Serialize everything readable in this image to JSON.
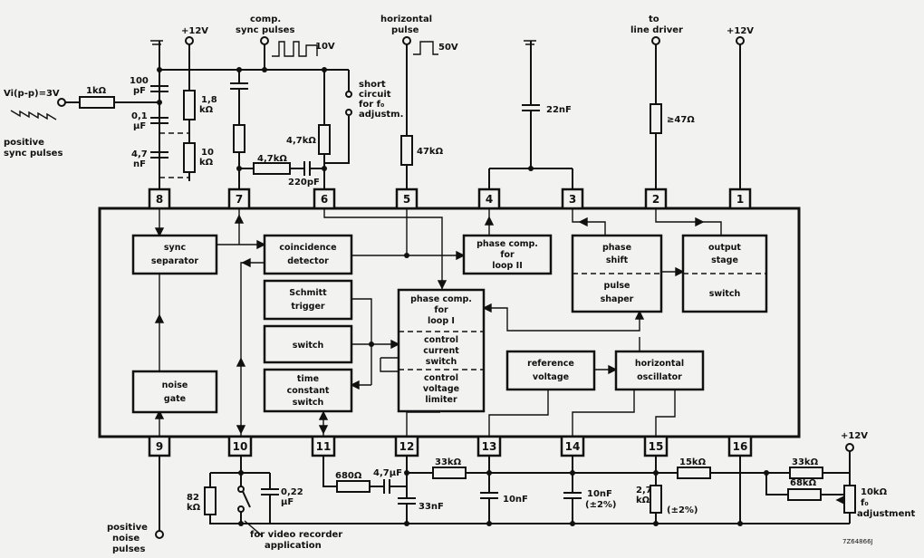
{
  "pins": {
    "p1": "1",
    "p2": "2",
    "p3": "3",
    "p4": "4",
    "p5": "5",
    "p6": "6",
    "p7": "7",
    "p8": "8",
    "p9": "9",
    "p10": "10",
    "p11": "11",
    "p12": "12",
    "p13": "13",
    "p14": "14",
    "p15": "15",
    "p16": "16"
  },
  "blocks": {
    "sync_separator": [
      "sync",
      "separator"
    ],
    "coincidence_detector": [
      "coincidence",
      "detector"
    ],
    "phase_comp_2": [
      "phase comp.",
      "for",
      "loop II"
    ],
    "phase_shift": [
      "phase",
      "shift"
    ],
    "pulse_shaper": [
      "pulse",
      "shaper"
    ],
    "output_stage": [
      "output",
      "stage"
    ],
    "switch_out": "switch",
    "schmitt": [
      "Schmitt",
      "trigger"
    ],
    "switch": "switch",
    "time_constant": [
      "time",
      "constant",
      "switch"
    ],
    "phase_comp_1": [
      "phase comp.",
      "for",
      "loop I"
    ],
    "control_current": [
      "control",
      "current",
      "switch"
    ],
    "control_voltage": [
      "control",
      "voltage",
      "limiter"
    ],
    "noise_gate": [
      "noise",
      "gate"
    ],
    "reference_voltage": [
      "reference",
      "voltage"
    ],
    "horizontal_oscillator": [
      "horizontal",
      "oscillator"
    ]
  },
  "labels": {
    "plus12v_top_left": "+12V",
    "comp_sync": [
      "comp.",
      "sync pulses"
    ],
    "v10": "10V",
    "horizontal_pulse": [
      "horizontal",
      "pulse"
    ],
    "v50": "50V",
    "to_line_driver": [
      "to",
      "line driver"
    ],
    "plus12v_top_right": "+12V",
    "plus12v_bottom_right": "+12V",
    "vi": "Vi(p-p)=3V",
    "r1k": "1kΩ",
    "positive_sync": [
      "positive",
      "sync pulses"
    ],
    "c100p": [
      "100",
      "pF"
    ],
    "c01u": [
      "0,1",
      "μF"
    ],
    "c47n": [
      "4,7",
      "nF"
    ],
    "r18k": [
      "1,8",
      "kΩ"
    ],
    "r10k": [
      "10",
      "kΩ"
    ],
    "short_circuit": [
      "short",
      "circuit",
      "for f₀",
      "adjustm."
    ],
    "r47k_6": "4,7kΩ",
    "r47k_7": "4,7kΩ",
    "c220p": "220pF",
    "r47k_5": "47kΩ",
    "c22n": "22nF",
    "r_ge47": "≥47Ω",
    "positive_noise": [
      "positive",
      "noise",
      "pulses"
    ],
    "r82k": [
      "82",
      "kΩ"
    ],
    "c022u": [
      "0,22",
      "μF"
    ],
    "video_recorder": [
      "for video recorder",
      "application"
    ],
    "r680": "680Ω",
    "c47u": "4,7μF",
    "r33k_a": "33kΩ",
    "c33n": "33nF",
    "c10n_13": "10nF",
    "c10n_14": [
      "10nF",
      "(±2%)"
    ],
    "r27k": [
      "2,7",
      "kΩ",
      "(±2%)"
    ],
    "r15k": "15kΩ",
    "r33k_b": "33kΩ",
    "r68k": "68kΩ",
    "r10k_adj": [
      "10kΩ",
      "f₀",
      "adjustment"
    ],
    "code": "7Z64866J"
  }
}
